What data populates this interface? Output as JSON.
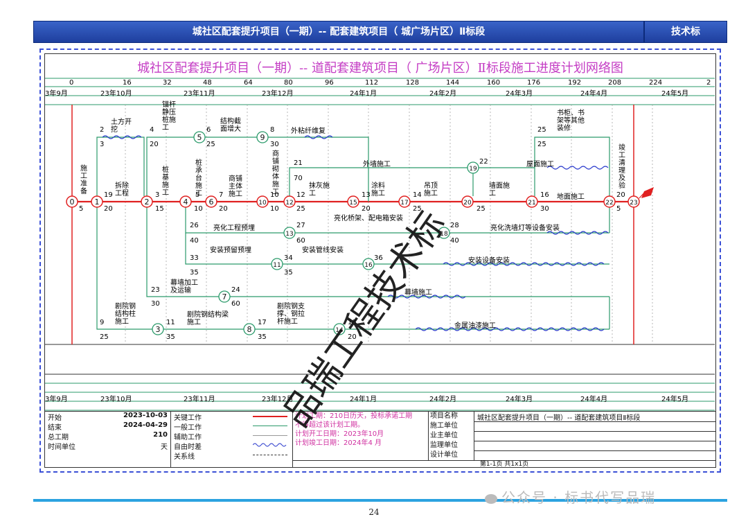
{
  "header": {
    "title": "城社区配套提升项目（一期）--  配套建筑项目（  城广场片区）Ⅱ标段",
    "tag": "技术标"
  },
  "network_title": "城社区配套提升项目（一期）--  道配套建筑项目（  广场片区）Ⅱ标段施工进度计划网络图",
  "scale_ticks": [
    "0",
    "16",
    "32",
    "48",
    "64",
    "80",
    "96",
    "112",
    "128",
    "144",
    "160",
    "176",
    "192",
    "208",
    "224",
    "2"
  ],
  "months": [
    "3年9月",
    "23年10月",
    "23年11月",
    "23年12月",
    "24年1月",
    "24年2月",
    "24年3月",
    "24年4月",
    "24年5月"
  ],
  "legend": {
    "start_label": "开始",
    "start_value": "2023-10-03",
    "end_label": "结束",
    "end_value": "2024-04-29",
    "total_label": "总工期",
    "total_value": "210",
    "unit_label": "时间单位",
    "unit_value": "天",
    "critical": "关键工作",
    "normal": "一般工作",
    "aux": "辅助工作",
    "float": "自由时差",
    "relation": "关系线"
  },
  "notes": [
    "计划工期：210日历天，投标承诺工期",
    "不得超过该计划工期。",
    "计划开工日期：2023年10月",
    "计划竣工日期：2024年4 月"
  ],
  "info_labels": [
    "项目名称",
    "施工单位",
    "业主单位",
    "监理单位",
    "设计单位"
  ],
  "project_name": "城社区配套提升项目（一期）--  道配套建筑项目Ⅱ标段",
  "page_info": "第1-1页 共1x1页",
  "watermark": "品瑞工程技术标",
  "social": "公众号 · 标书代写品瑞",
  "page_number": "24",
  "nodes": [
    "0",
    "1",
    "2",
    "3",
    "4",
    "5",
    "6",
    "7",
    "8",
    "9",
    "10",
    "11",
    "12",
    "13",
    "14",
    "15",
    "16",
    "17",
    "18",
    "19",
    "20",
    "21",
    "22",
    "23"
  ],
  "tasks": {
    "t_prep": "施工准备",
    "t_earth": "土方开挖",
    "t_demo": "拆除工程",
    "t_pile_static": "锚杆静压桩施工",
    "t_pile": "桩基施工",
    "t_cap": "桩承台施工",
    "t_struct_enlarge": "结构截面增大",
    "t_carbon": "外粘纤维复",
    "t_main": "商铺主体施工",
    "t_masonry": "商铺砌体施工",
    "t_plaster": "抹灰施工",
    "t_exterior": "外墙施工",
    "t_paint": "涂料施工",
    "t_ceiling": "吊顶施工",
    "t_wall": "墙面施工",
    "t_floor": "地面施工",
    "t_roof": "屋面施工",
    "t_cabinet": "书柜、书架等其他装修",
    "t_clean": "竣工清理及验",
    "t_light_pre": "亮化工程预埋",
    "t_bridge": "亮化桥架、配电箱安装",
    "t_light_install": "亮化洗墙灯等设备安装",
    "t_install_pre": "安装预留预埋",
    "t_pipe": "安装管线安装",
    "t_equip": "安装设备安装",
    "t_curtain_make": "幕墙加工及运输",
    "t_curtain": "幕墙施工",
    "t_steel_col": "剧院钢结构柱施工",
    "t_steel_beam": "剧院钢结构梁施工",
    "t_steel_brace": "剧院钢支撑、钢拉杆施工",
    "t_metal_paint": "金属油漆施工"
  },
  "durations": {
    "d5": "5",
    "d19": "19",
    "d20": "20",
    "d2": "2",
    "d3": "3",
    "d15": "15",
    "d9": "9",
    "d25": "25",
    "d4": "4",
    "d10": "10",
    "d7": "7",
    "d12": "12",
    "d13": "13",
    "d14": "14",
    "d16": "16",
    "d30": "30",
    "d26": "26",
    "d27": "27",
    "d40": "40",
    "d60": "60",
    "d33": "33",
    "d34": "34",
    "d35": "35",
    "d23": "23",
    "d24": "24",
    "d11": "11",
    "d17": "17",
    "d18": "18",
    "d21": "21",
    "d70": "70",
    "d28": "28",
    "d36": "36",
    "d22": "22",
    "d8": "8",
    "d6": "6"
  },
  "colors": {
    "critical": "#e02020",
    "normal": "#2a9a6a",
    "float": "#2a3acc",
    "node_text": "#d01010",
    "title": "#c43cc4",
    "notes": "#d030a0"
  }
}
